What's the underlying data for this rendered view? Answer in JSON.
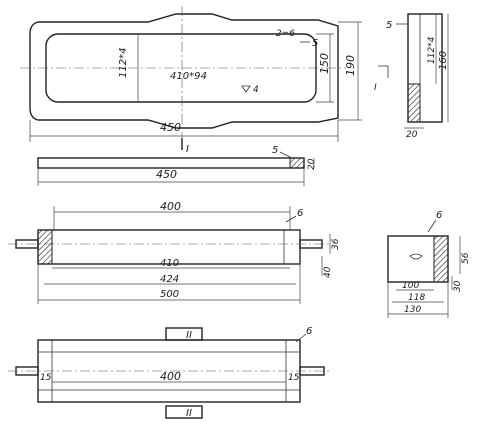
{
  "drawing": {
    "top_view": {
      "dim_width_total": "450",
      "dim_height_outer": "190",
      "dim_height_inner": "150",
      "dim_inner_depth": "112*4",
      "dim_inner_length": "410*94",
      "dim_radius": "2=6",
      "leader_5": "5",
      "leader_4": "4",
      "section_mark": "I",
      "section_arrow_label": "I"
    },
    "section_view": {
      "leader_5": "5",
      "dim_a": "112*4",
      "dim_b": "160",
      "dim_bottom": "20"
    },
    "side_strip": {
      "dim_length": "450",
      "dim_thick": "20",
      "leader_5": "5"
    },
    "front_view": {
      "dim_top": "400",
      "dim_410": "410",
      "dim_424": "424",
      "dim_500": "500",
      "dim_36": "36",
      "dim_40": "40",
      "leader_6": "6"
    },
    "end_view": {
      "leader_6": "6",
      "dim_100": "100",
      "dim_118": "118",
      "dim_130": "130",
      "dim_56": "56",
      "dim_30": "30"
    },
    "bottom_view": {
      "dim_400": "400",
      "dim_15_left": "15",
      "dim_15_right": "15",
      "label_top": "II",
      "label_bottom": "II",
      "leader_6": "6"
    }
  }
}
